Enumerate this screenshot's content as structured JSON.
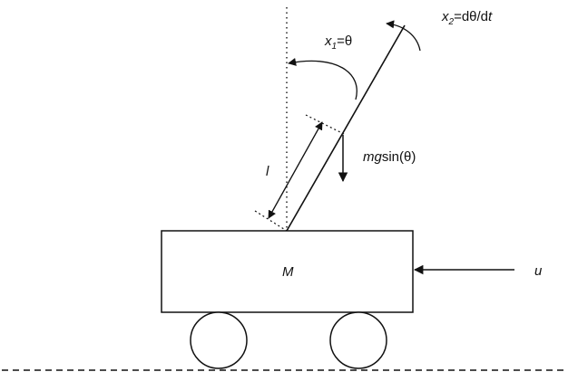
{
  "labels": {
    "angle_var": "x",
    "angle_sub": "1",
    "angle_rhs": "=θ",
    "rate_var": "x",
    "rate_sub": "2",
    "rate_rhs": "=dθ/d",
    "rate_t": "t",
    "length": "l",
    "force_mg": "mg",
    "force_sin": "sin(θ)",
    "mass": "M",
    "input": "u"
  },
  "colors": {
    "ink": "#111111",
    "background": "#ffffff"
  }
}
